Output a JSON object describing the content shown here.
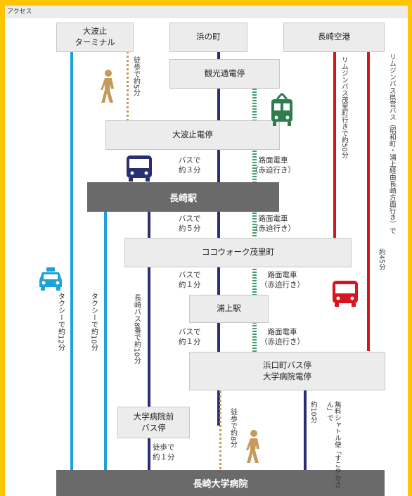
{
  "header": {
    "title": "アクセス"
  },
  "stations": {
    "ohato_terminal": "大波止\nターミナル",
    "hamanomachi": "浜の町",
    "airport": "長崎空港",
    "kanko_stop": "観光通電停",
    "ohato_stop": "大波止電停",
    "nagasaki_station": "長崎駅",
    "cocowalk": "ココウォーク茂里町",
    "urakami": "浦上駅",
    "hamaguchi": "浜口町バス停\n大学病院電停",
    "hospital_bus": "大学病院前\nバス停",
    "hospital": "長崎大学病院"
  },
  "labels": {
    "walk5": "徒歩で約5分",
    "bus3": "バスで\n約３分",
    "tram1": "路面電車\n（赤迫行き）",
    "bus5": "バスで\n約５分",
    "tram2": "路面電車\n（赤迫行き）",
    "bus1a": "バスで\n約１分",
    "tram3": "路面電車\n（赤迫行き）",
    "bus1b": "バスで\n約１分",
    "tram4": "路面電車\n（赤迫行き）",
    "walk1": "徒歩で\n約１分",
    "limo50": "リムジンバス茂里町行きで約50分",
    "limo45a": "リムジンバス県営バス（昭和町・浦上経由長崎方面行き）で",
    "limo45b": "約45分",
    "taxi12": "タクシーで約12分",
    "taxi10": "タクシーで約10分",
    "nagasaki_bus8": "長崎バス8番で約10分",
    "walk8": "徒歩で約8分",
    "shuttle": "無料シャトル便「すこやかさん」で",
    "shuttle_time": "約10分"
  },
  "colors": {
    "taxi": "#1EA0DA",
    "bus": "#2A2E72",
    "limousine": "#D7151E",
    "tram": "#3E9E6A",
    "walk": "#C49A5A",
    "background": "#FDC600"
  },
  "icons": [
    "walker-icon",
    "tram-icon",
    "bus-icon",
    "taxi-icon",
    "limousine-bus-icon",
    "walker-icon"
  ]
}
